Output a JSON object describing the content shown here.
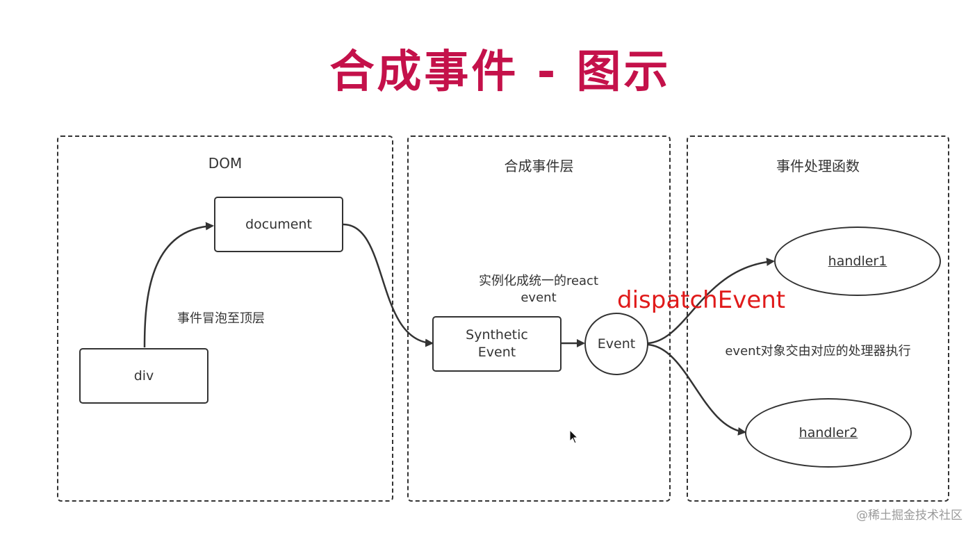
{
  "title": "合成事件 - 图示",
  "panels": {
    "dom": {
      "title": "DOM"
    },
    "synthetic": {
      "title": "合成事件层"
    },
    "handlers": {
      "title": "事件处理函数"
    }
  },
  "nodes": {
    "document": "document",
    "div": "div",
    "synthetic_event": "Synthetic\nEvent",
    "event": "Event",
    "handler1": "handler1",
    "handler2": "handler2"
  },
  "labels": {
    "bubble": "事件冒泡至顶层",
    "instantiate": "实例化成统一的react\nevent",
    "dispatch": "dispatchEvent",
    "hand_off": "event对象交由对应的处理器执行"
  },
  "watermark": "@稀土掘金技术社区"
}
